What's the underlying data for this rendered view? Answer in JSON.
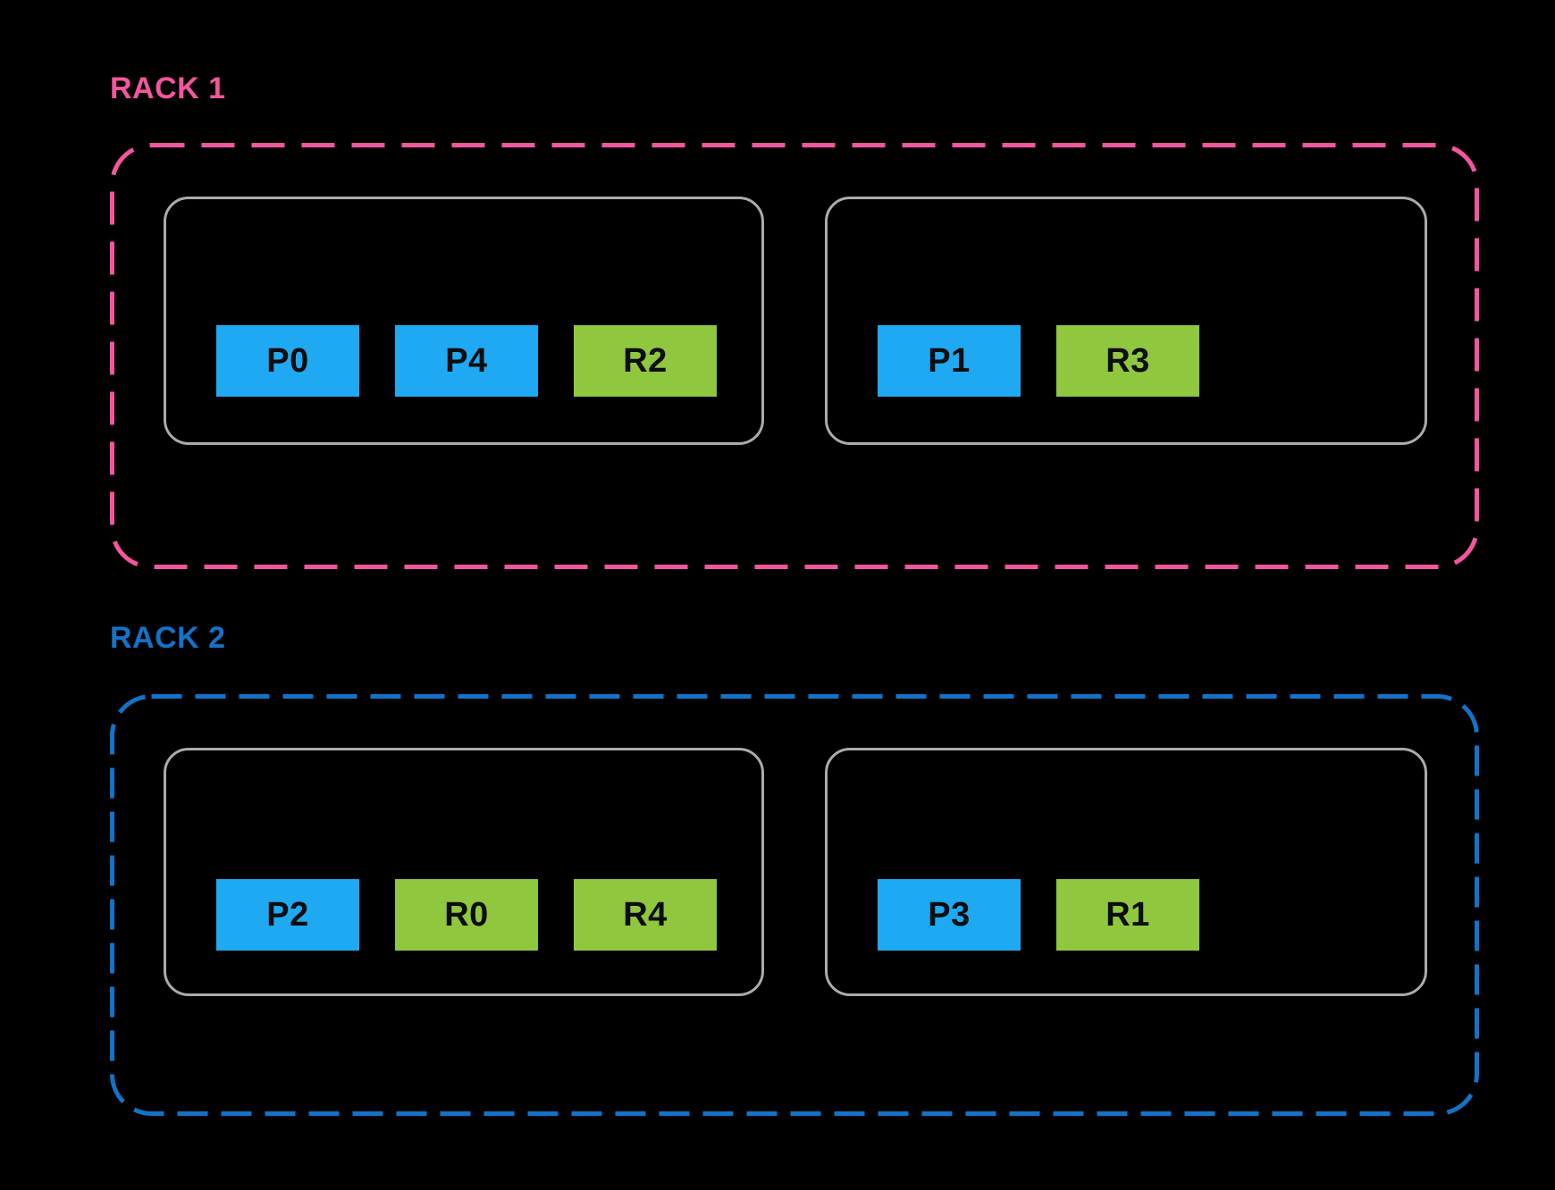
{
  "colors": {
    "background": "#000000",
    "rack1_accent": "#F2569E",
    "rack2_accent": "#1273C8",
    "node_border": "#ABABAB",
    "chip_text": "#0D0D0D"
  },
  "racks": [
    {
      "label": "RACK 1",
      "accent": "#F2569E",
      "nodes": [
        {
          "chips": [
            {
              "label": "P0",
              "color": "#1EA9F2"
            },
            {
              "label": "P4",
              "color": "#1EA9F2"
            },
            {
              "label": "R2",
              "color": "#8FC73E"
            }
          ]
        },
        {
          "chips": [
            {
              "label": "P1",
              "color": "#1EA9F2"
            },
            {
              "label": "R3",
              "color": "#8FC73E"
            }
          ]
        }
      ]
    },
    {
      "label": "RACK 2",
      "accent": "#1273C8",
      "nodes": [
        {
          "chips": [
            {
              "label": "P2",
              "color": "#1EA9F2"
            },
            {
              "label": "R0",
              "color": "#8FC73E"
            },
            {
              "label": "R4",
              "color": "#8FC73E"
            }
          ]
        },
        {
          "chips": [
            {
              "label": "P3",
              "color": "#1EA9F2"
            },
            {
              "label": "R1",
              "color": "#8FC73E"
            }
          ]
        }
      ]
    }
  ]
}
